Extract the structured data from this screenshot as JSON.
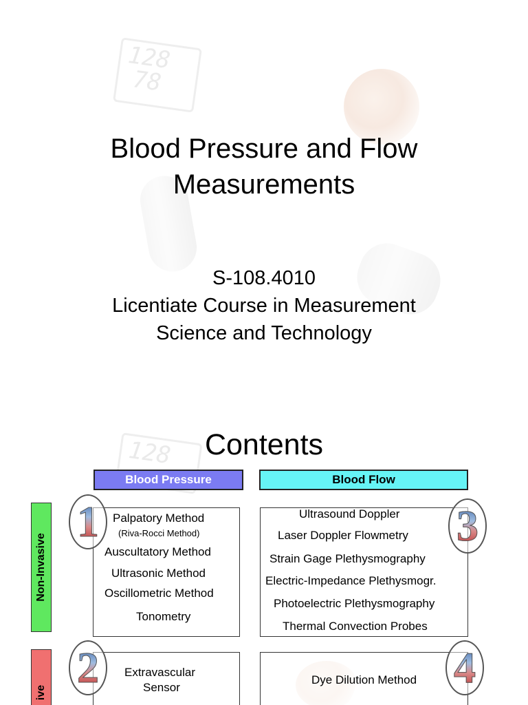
{
  "slide1": {
    "title": "Blood Pressure and Flow\nMeasurements",
    "subtitle": "S-108.4010\nLicentiate Course in Measurement\nScience and Technology",
    "bg_display": {
      "top": "128",
      "bottom": "78"
    }
  },
  "slide2": {
    "title": "Contents",
    "columns": {
      "pressure": "Blood Pressure",
      "flow": "Blood Flow"
    },
    "rows": {
      "non_invasive": "Non-Invasive",
      "invasive": "ive"
    },
    "badges": [
      "1",
      "2",
      "3",
      "4"
    ],
    "box1": [
      "Palpatory Method",
      "(Riva-Rocci Method)",
      "Auscultatory Method",
      "Ultrasonic Method",
      "Oscillometric Method",
      "Tonometry"
    ],
    "box2": [
      "Extravascular",
      "Sensor"
    ],
    "box3": [
      "Ultrasound Doppler",
      "Laser Doppler Flowmetry",
      "Strain Gage Plethysmography",
      "Electric-Impedance Plethysmogr.",
      "Photoelectric Plethysmography",
      "Thermal Convection Probes"
    ],
    "box4": [
      "Dye Dilution Method"
    ],
    "bg_display": {
      "top": "128"
    }
  },
  "colors": {
    "pressure_header": "#7b7bf2",
    "flow_header": "#66f4f6",
    "non_invasive_label": "#5fe85f",
    "invasive_label": "#f07070"
  },
  "icons": {
    "background_1": "blood-pressure-monitor-illustration",
    "badge": "numbered-badge-icon"
  }
}
